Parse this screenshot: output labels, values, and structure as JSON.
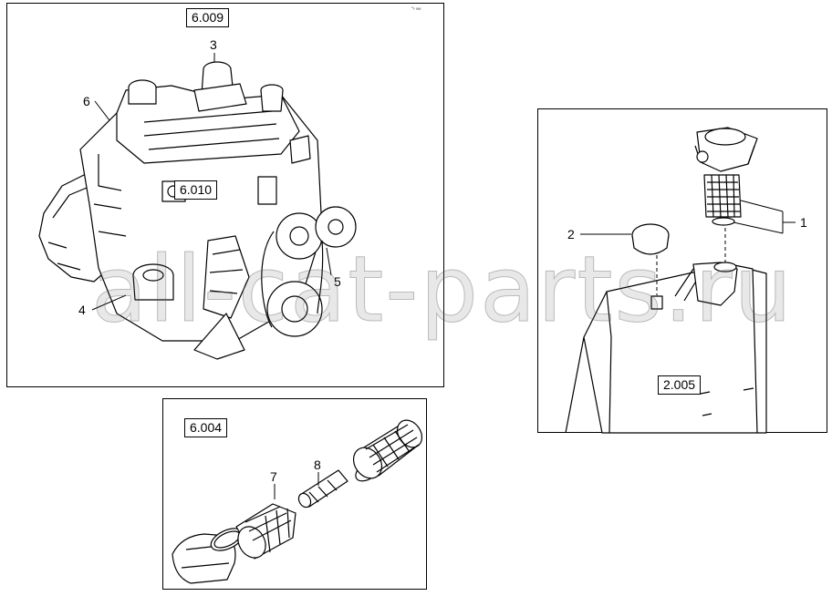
{
  "diagram": {
    "engine_panel": {
      "ref_labels": {
        "top": "6.009",
        "middle": "6.010"
      },
      "callouts": {
        "c3": "3",
        "c6": "6",
        "c4": "4",
        "c5": "5"
      },
      "corner_mark": "ⁿᵥ ₐₐₐ"
    },
    "filter_panel": {
      "ref_label": "6.004",
      "callouts": {
        "c7": "7",
        "c8": "8"
      }
    },
    "tank_panel": {
      "ref_label": "2.005",
      "callouts": {
        "c1": "1",
        "c2": "2"
      }
    },
    "watermark": "all-cat-parts.ru"
  }
}
